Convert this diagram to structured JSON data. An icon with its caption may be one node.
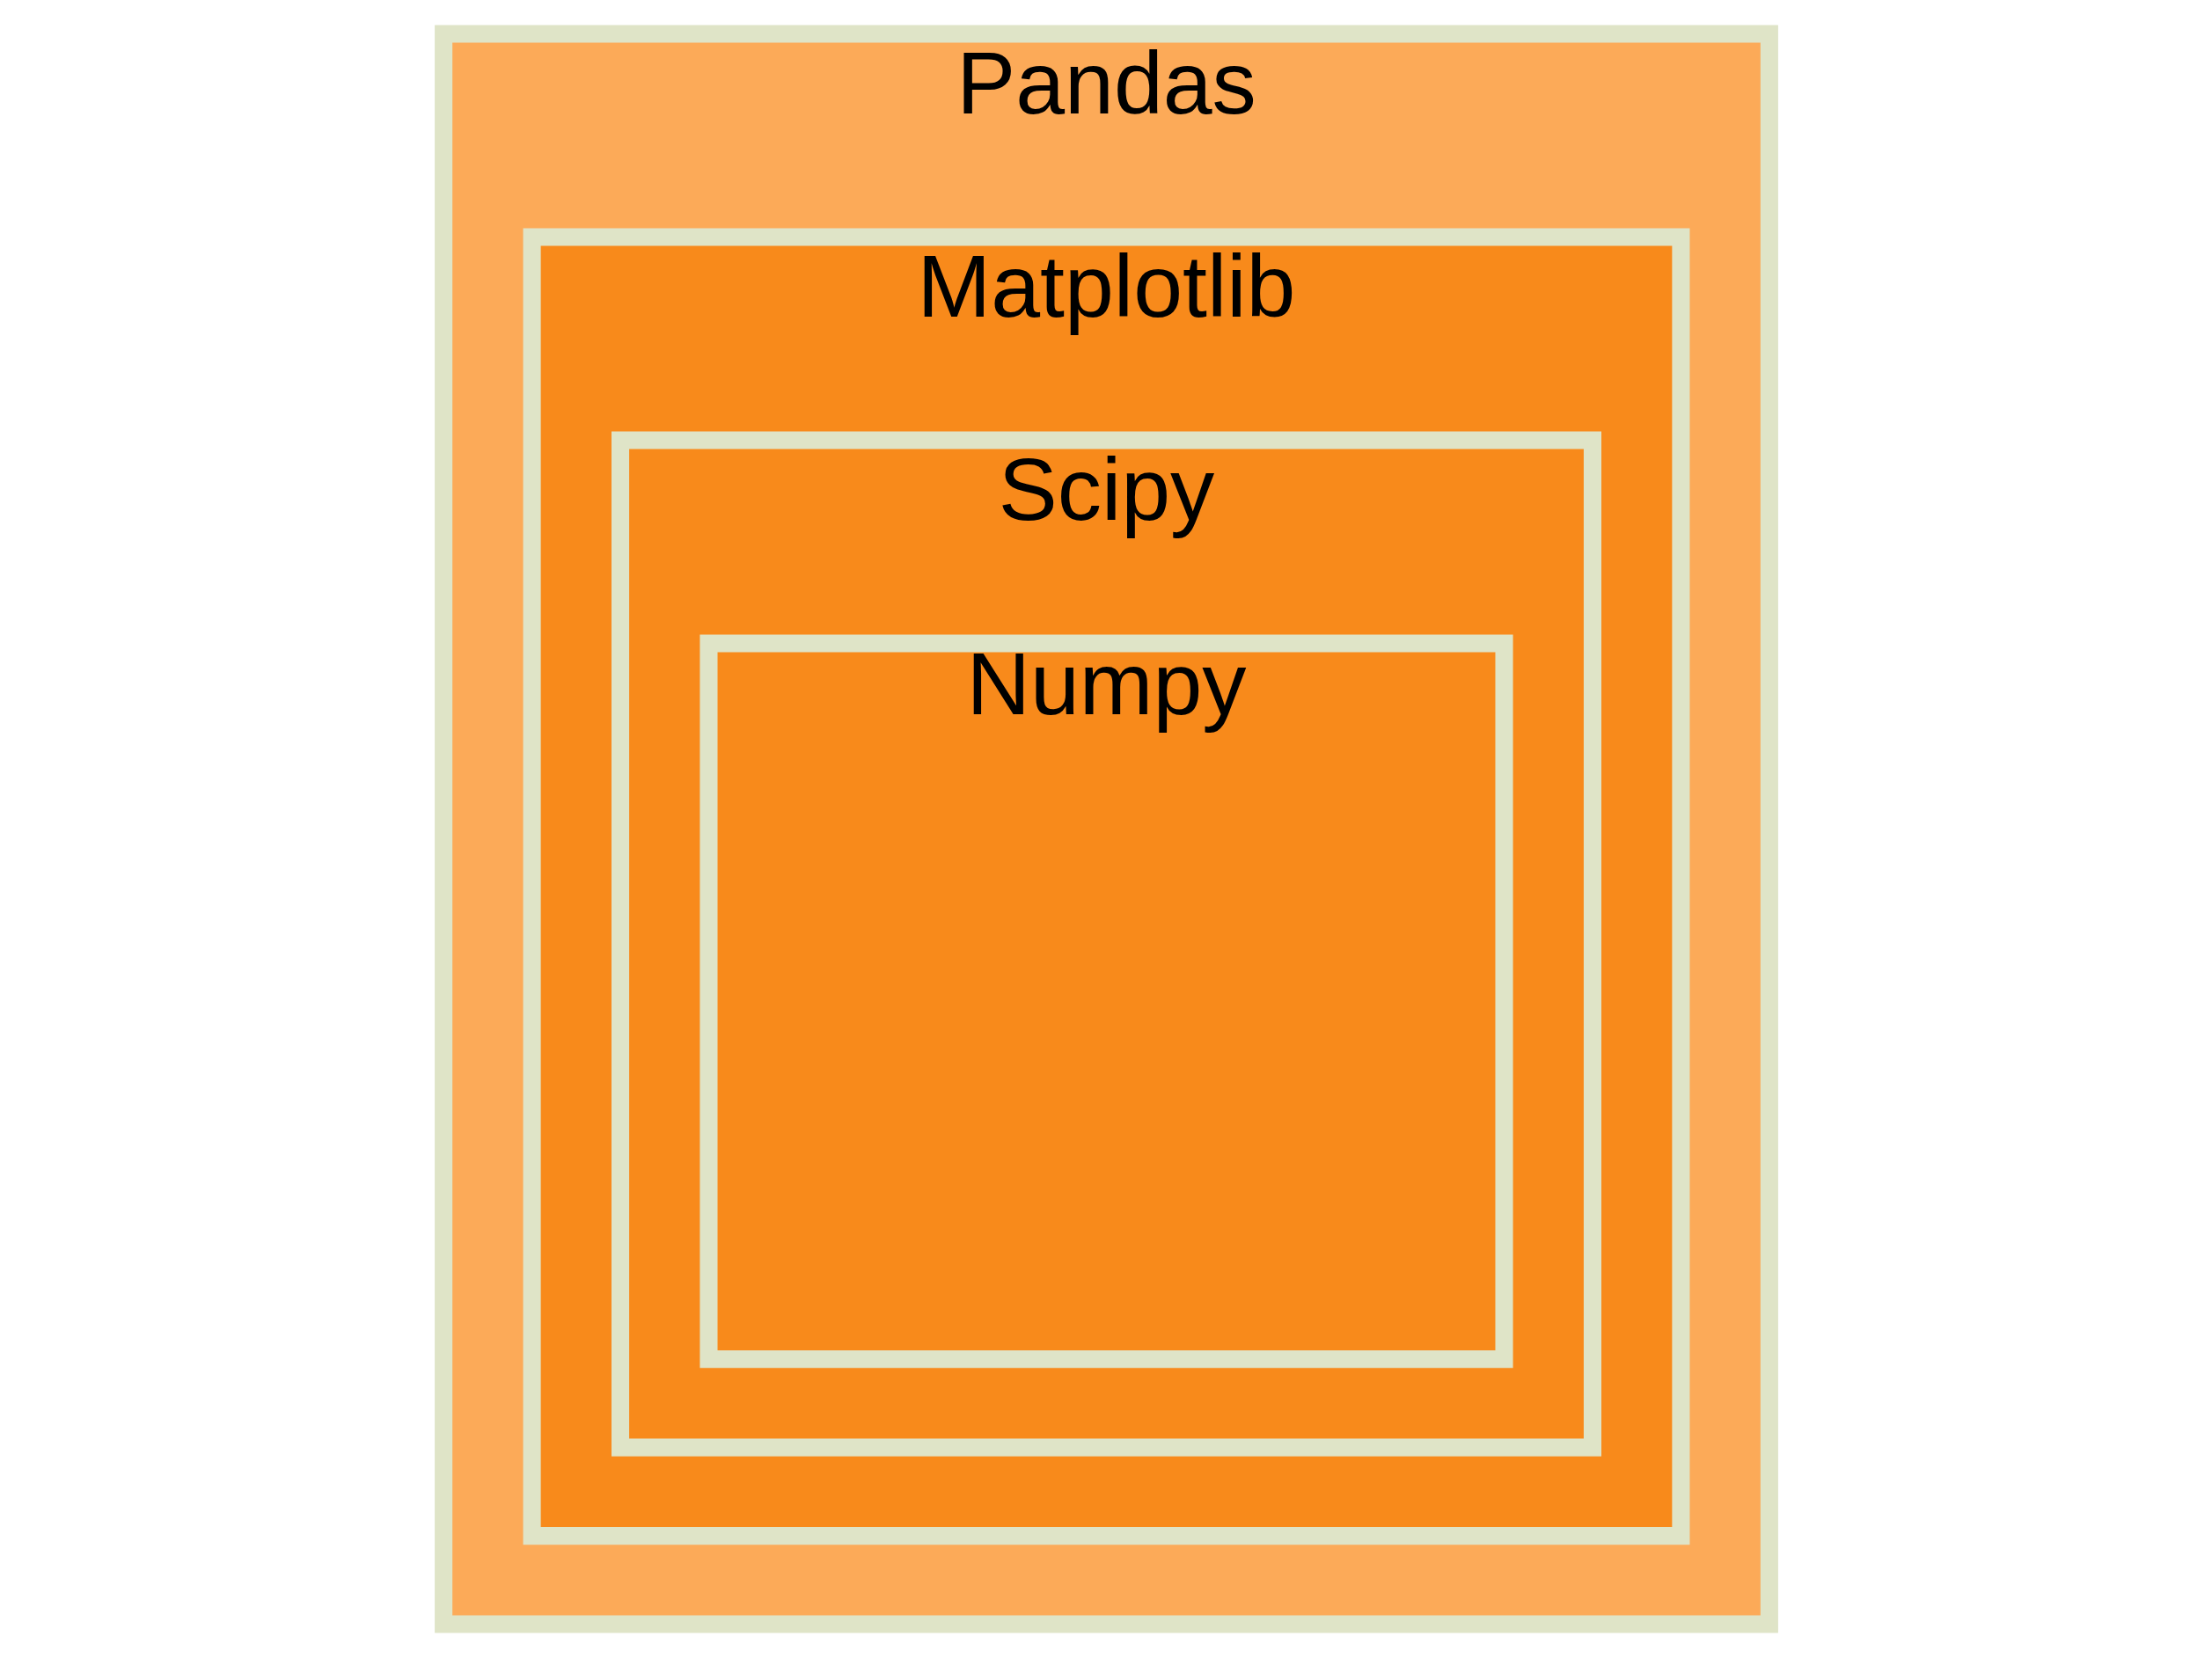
{
  "diagram": {
    "nodes": [
      {
        "text": [
          "Pandas"
        ]
      },
      {
        "text": [
          "Matplotlib"
        ],
        "in": 0
      },
      {
        "text": [
          "Scipy"
        ],
        "in": 1
      },
      {
        "text": [
          "Numpy"
        ],
        "in": 2
      }
    ],
    "edges": []
  }
}
